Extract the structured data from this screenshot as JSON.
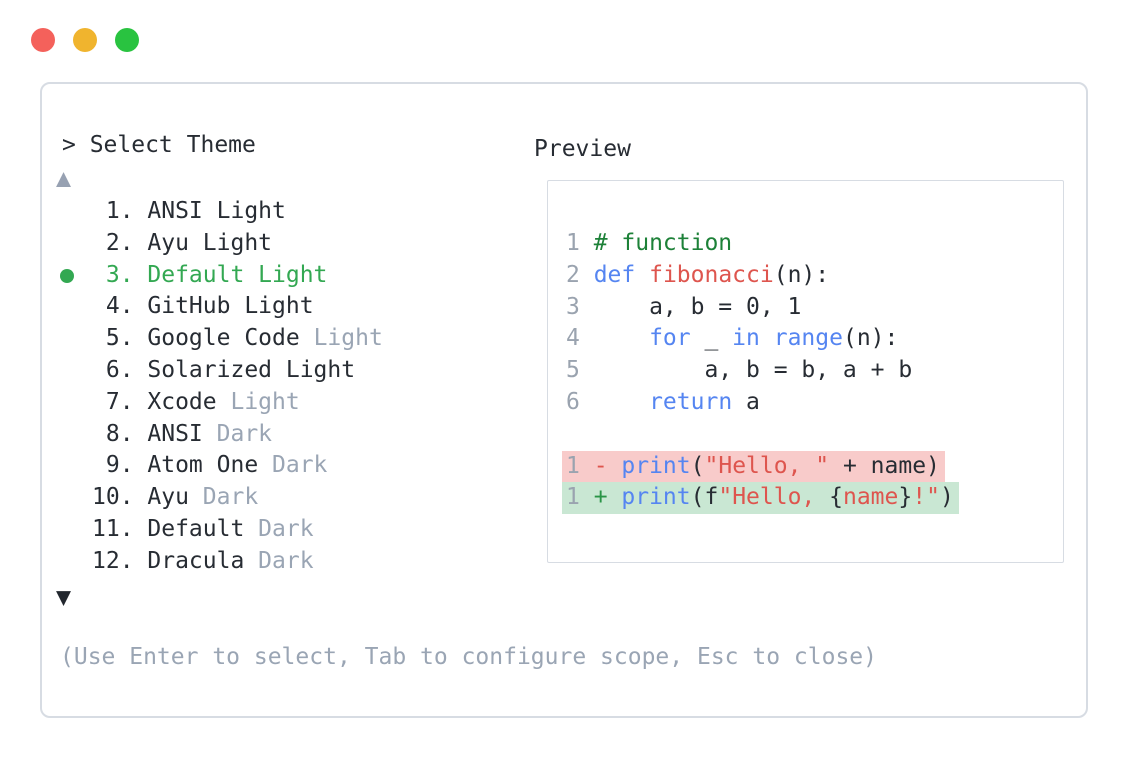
{
  "window": {
    "controls": [
      {
        "name": "close",
        "color": "#f4615b"
      },
      {
        "name": "minimize",
        "color": "#f0b42e"
      },
      {
        "name": "zoom",
        "color": "#29c340"
      }
    ]
  },
  "colors": {
    "text": "#272c33",
    "muted": "#9aa5b4",
    "line_number": "#9aa3af",
    "selected_green": "#33a852",
    "comment_green": "#1d8138",
    "plus_green": "#2a9447",
    "keyword_blue": "#5585f1",
    "red": "#de554e",
    "diff_removed_bg": "#f8cbca",
    "diff_added_bg": "#c9e7d3",
    "border": "#d7dce3",
    "arrow_up": "#97a1b2",
    "arrow_down": "#22272e"
  },
  "picker": {
    "prompt": "> Select Theme",
    "scroll_up_icon": "▲",
    "scroll_down_icon": "▼",
    "items": [
      {
        "num": " 1.",
        "selected": false,
        "parts": [
          {
            "text": "ANSI Light",
            "color": "text"
          }
        ]
      },
      {
        "num": " 2.",
        "selected": false,
        "parts": [
          {
            "text": "Ayu Light",
            "color": "text"
          }
        ]
      },
      {
        "num": " 3.",
        "selected": true,
        "parts": [
          {
            "text": "Default Light",
            "color": "selected"
          }
        ]
      },
      {
        "num": " 4.",
        "selected": false,
        "parts": [
          {
            "text": "GitHub Light",
            "color": "text"
          }
        ]
      },
      {
        "num": " 5.",
        "selected": false,
        "parts": [
          {
            "text": "Google Code ",
            "color": "text"
          },
          {
            "text": "Light",
            "color": "muted"
          }
        ]
      },
      {
        "num": " 6.",
        "selected": false,
        "parts": [
          {
            "text": "Solarized Light",
            "color": "text"
          }
        ]
      },
      {
        "num": " 7.",
        "selected": false,
        "parts": [
          {
            "text": "Xcode ",
            "color": "text"
          },
          {
            "text": "Light",
            "color": "muted"
          }
        ]
      },
      {
        "num": " 8.",
        "selected": false,
        "parts": [
          {
            "text": "ANSI ",
            "color": "text"
          },
          {
            "text": "Dark",
            "color": "muted"
          }
        ]
      },
      {
        "num": " 9.",
        "selected": false,
        "parts": [
          {
            "text": "Atom One ",
            "color": "text"
          },
          {
            "text": "Dark",
            "color": "muted"
          }
        ]
      },
      {
        "num": "10.",
        "selected": false,
        "parts": [
          {
            "text": "Ayu ",
            "color": "text"
          },
          {
            "text": "Dark",
            "color": "muted"
          }
        ]
      },
      {
        "num": "11.",
        "selected": false,
        "parts": [
          {
            "text": "Default ",
            "color": "text"
          },
          {
            "text": "Dark",
            "color": "muted"
          }
        ]
      },
      {
        "num": "12.",
        "selected": false,
        "parts": [
          {
            "text": "Dracula ",
            "color": "text"
          },
          {
            "text": "Dark",
            "color": "muted"
          }
        ]
      }
    ],
    "help": "(Use Enter to select, Tab to configure scope, Esc to close)"
  },
  "preview": {
    "label": "Preview",
    "lines": [
      {
        "no": "1",
        "tokens": [
          {
            "text": "# function",
            "color": "comment"
          }
        ]
      },
      {
        "no": "2",
        "tokens": [
          {
            "text": "def",
            "color": "keyword"
          },
          {
            "text": " ",
            "color": "text"
          },
          {
            "text": "fibonacci",
            "color": "red"
          },
          {
            "text": "(n):",
            "color": "text"
          }
        ]
      },
      {
        "no": "3",
        "tokens": [
          {
            "text": "    a, b = 0, 1",
            "color": "text"
          }
        ]
      },
      {
        "no": "4",
        "tokens": [
          {
            "text": "    ",
            "color": "text"
          },
          {
            "text": "for",
            "color": "keyword"
          },
          {
            "text": " _ ",
            "color": "text"
          },
          {
            "text": "in",
            "color": "keyword"
          },
          {
            "text": " ",
            "color": "text"
          },
          {
            "text": "range",
            "color": "keyword"
          },
          {
            "text": "(n):",
            "color": "text"
          }
        ]
      },
      {
        "no": "5",
        "tokens": [
          {
            "text": "        a, b = b, a + b",
            "color": "text"
          }
        ]
      },
      {
        "no": "6",
        "tokens": [
          {
            "text": "    ",
            "color": "text"
          },
          {
            "text": "return",
            "color": "keyword"
          },
          {
            "text": " a",
            "color": "text"
          }
        ]
      },
      {
        "no": "",
        "tokens": []
      },
      {
        "no": "1",
        "diff": "removed",
        "tokens": [
          {
            "text": "- ",
            "color": "minus"
          },
          {
            "text": "print",
            "color": "keyword"
          },
          {
            "text": "(",
            "color": "text"
          },
          {
            "text": "\"Hello, \"",
            "color": "red"
          },
          {
            "text": " + name)",
            "color": "text"
          }
        ]
      },
      {
        "no": "1",
        "diff": "added",
        "tokens": [
          {
            "text": "+ ",
            "color": "plus"
          },
          {
            "text": "print",
            "color": "keyword"
          },
          {
            "text": "(f",
            "color": "text"
          },
          {
            "text": "\"Hello, ",
            "color": "red"
          },
          {
            "text": "{",
            "color": "text"
          },
          {
            "text": "name",
            "color": "red"
          },
          {
            "text": "}",
            "color": "text"
          },
          {
            "text": "!\"",
            "color": "red"
          },
          {
            "text": ")",
            "color": "text"
          }
        ]
      }
    ]
  }
}
